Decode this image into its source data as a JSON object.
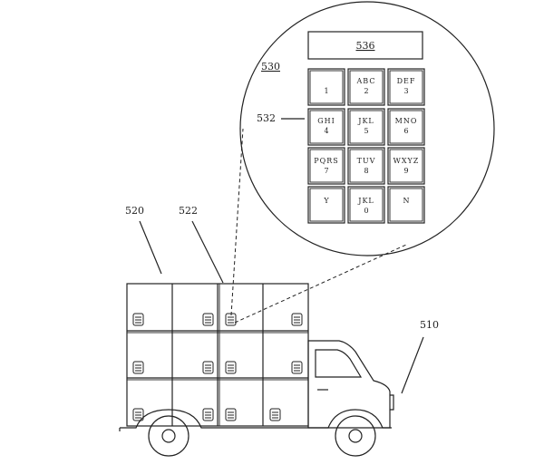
{
  "labels": {
    "truck": "510",
    "locker_bank": "520",
    "locker_door": "522",
    "keypad_view": "530",
    "keypad": "532",
    "display": "536"
  },
  "keypad": {
    "keys": [
      {
        "letters": "",
        "digit": "1"
      },
      {
        "letters": "ABC",
        "digit": "2"
      },
      {
        "letters": "DEF",
        "digit": "3"
      },
      {
        "letters": "GHI",
        "digit": "4"
      },
      {
        "letters": "JKL",
        "digit": "5"
      },
      {
        "letters": "MNO",
        "digit": "6"
      },
      {
        "letters": "PQRS",
        "digit": "7"
      },
      {
        "letters": "TUV",
        "digit": "8"
      },
      {
        "letters": "WXYZ",
        "digit": "9"
      },
      {
        "letters": "Y",
        "digit": ""
      },
      {
        "letters": "JKL",
        "digit": "0"
      },
      {
        "letters": "N",
        "digit": ""
      }
    ]
  }
}
